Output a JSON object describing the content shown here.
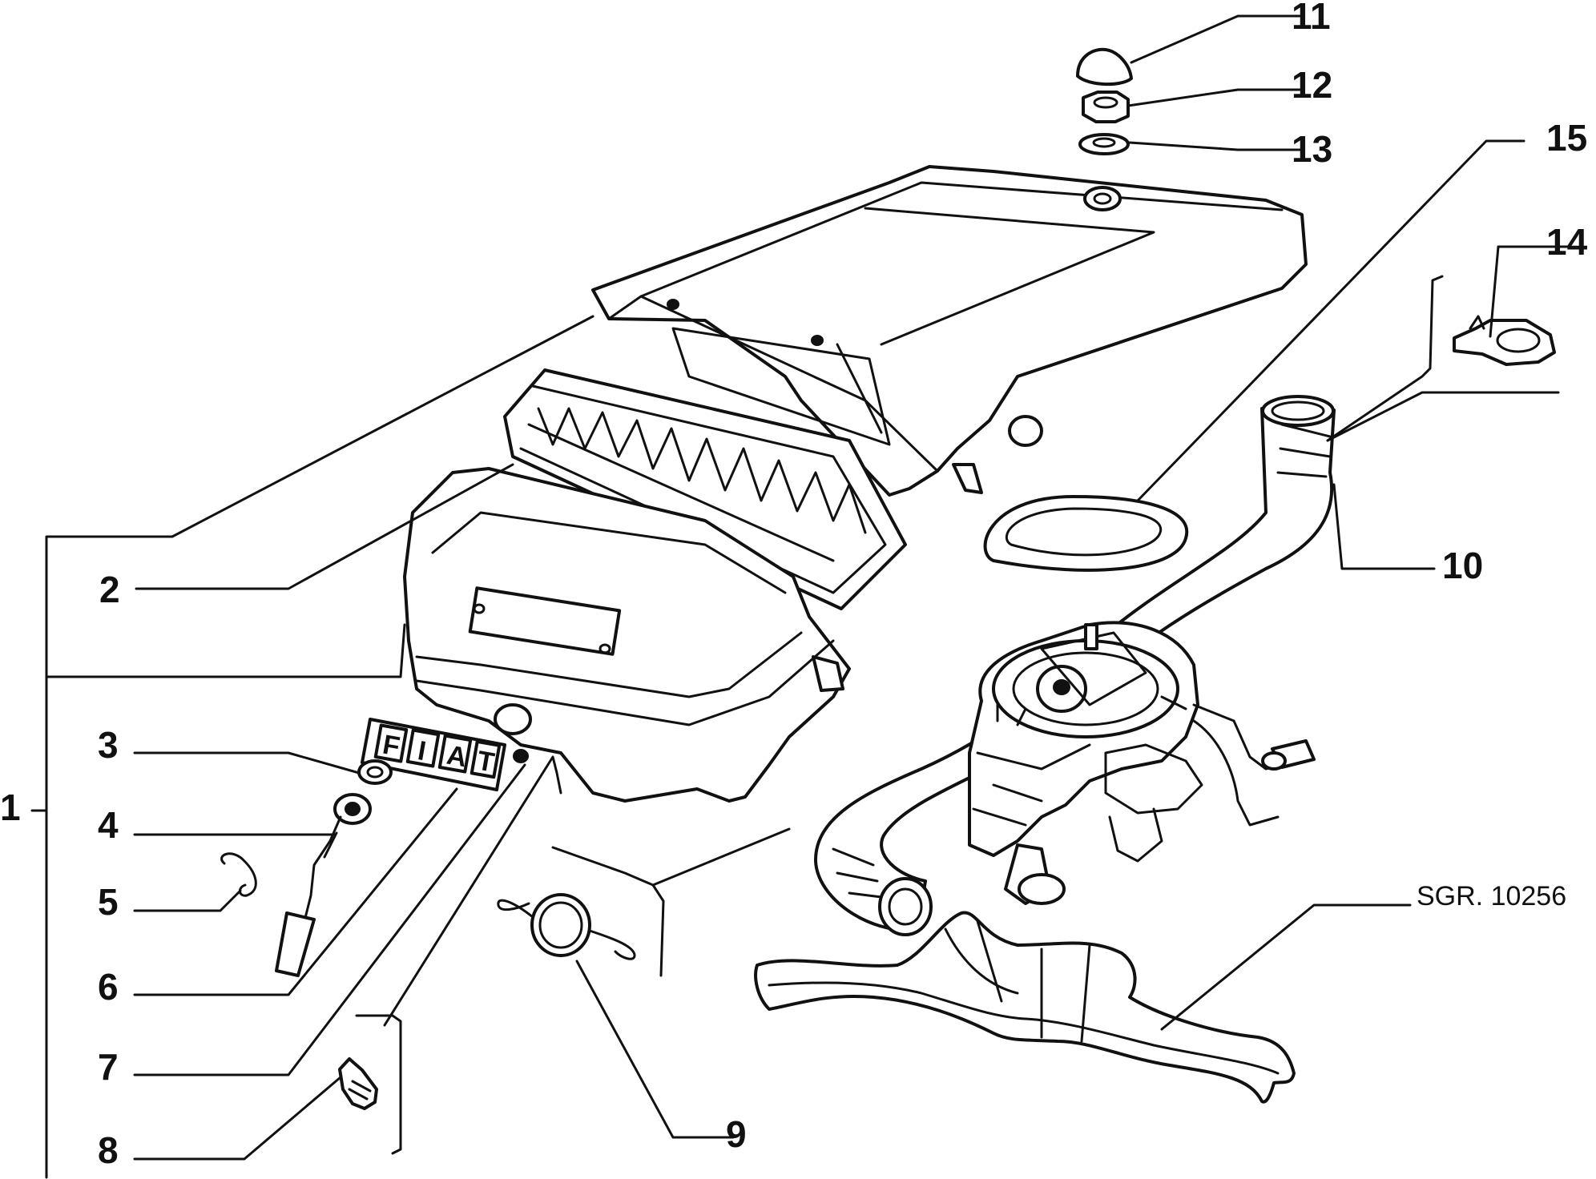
{
  "drawing_ref": "SGR. 10256",
  "badge": {
    "letters": [
      "F",
      "I",
      "A",
      "T"
    ]
  },
  "callouts": [
    "1",
    "2",
    "3",
    "4",
    "5",
    "6",
    "7",
    "8",
    "9",
    "10",
    "11",
    "12",
    "13",
    "14",
    "15"
  ]
}
